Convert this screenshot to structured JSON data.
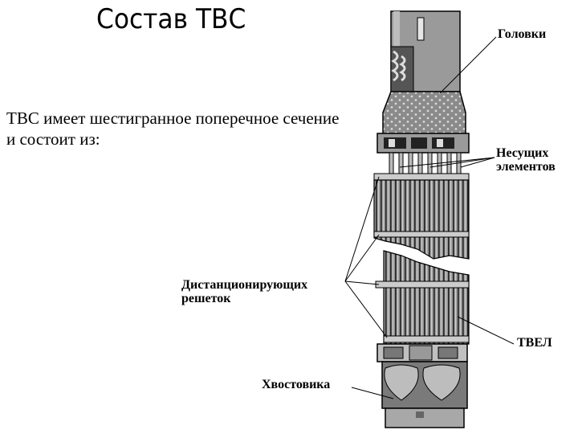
{
  "title": "Состав ТВС",
  "intro": "ТВС имеет шестигранное поперечное сечение и состоит из:",
  "labels": {
    "heads": "Головки",
    "support_line1": "Несущих",
    "support_line2": "элементов",
    "grids_line1": "Дистанционирующих",
    "grids_line2": "решеток",
    "fuel": "ТВЕЛ",
    "tail": "Хвостовика"
  },
  "colors": {
    "body_gray": "#8c8c8c",
    "light_gray": "#c8c8c8",
    "dark": "#000000"
  }
}
